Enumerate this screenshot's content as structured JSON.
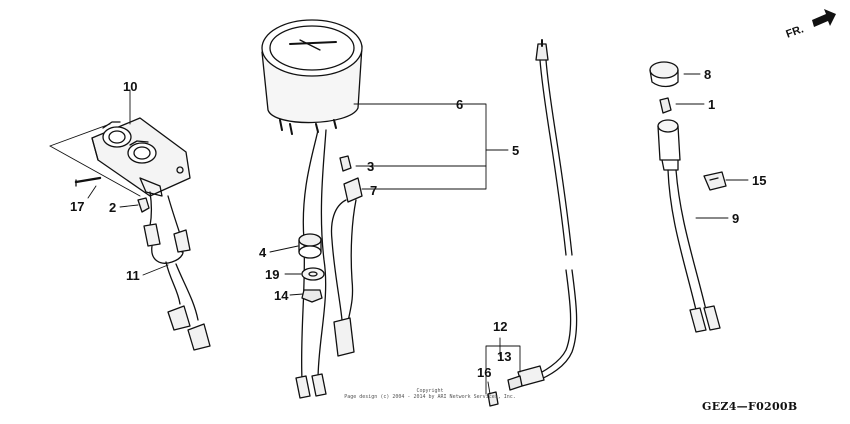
{
  "direction_marker": {
    "text": "FR.",
    "icon": "front-arrow-icon"
  },
  "callouts": {
    "c1": "1",
    "c2": "2",
    "c3": "3",
    "c4": "4",
    "c5": "5",
    "c6": "6",
    "c7": "7",
    "c8": "8",
    "c9": "9",
    "c10": "10",
    "c11": "11",
    "c12": "12",
    "c13": "13",
    "c14": "14",
    "c15": "15",
    "c16": "16",
    "c17": "17",
    "c19": "19"
  },
  "copyright": {
    "line1": "Copyright",
    "line2": "Page design (c) 2004 - 2014 by ARI Network Services, Inc."
  },
  "figure_code": "GEZ4—F0200B"
}
